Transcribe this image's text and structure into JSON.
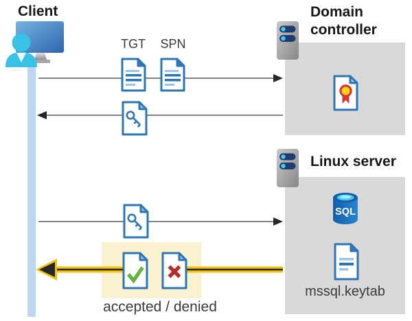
{
  "client": {
    "label": "Client"
  },
  "domain_controller": {
    "label": "Domain controller"
  },
  "linux_server": {
    "label": "Linux server",
    "sql_badge": "SQL",
    "keytab_label": "mssql.keytab"
  },
  "messages": {
    "tgt_label": "TGT",
    "spn_label": "SPN",
    "result_label": "accepted / denied"
  },
  "icons": [
    "monitor-icon",
    "person-icon",
    "server-icon",
    "document-icon",
    "key-document-icon",
    "certificate-document-icon",
    "sql-database-icon",
    "keytab-document-icon",
    "accepted-check-document-icon",
    "denied-cross-document-icon"
  ],
  "colors": {
    "doc_blue": "#2E75B6",
    "doc_blue_light": "#9DC3E6",
    "line_gray": "#595959",
    "arrowhead_dark": "#262626",
    "box_gray": "#D9D9D9",
    "timeline_blue": "#BDD7F2",
    "highlight_fill": "#FAF2CE",
    "highlight_arrow_yellow": "#F4C20D",
    "check_green": "#65B345",
    "cross_red": "#B52C2C",
    "cert_ring_red": "#D6382F",
    "cert_seal_yellow": "#FFD21C",
    "server_pill_navy": "#1E3A6E",
    "server_dot_cyan": "#45CBF2",
    "sql_body_blue": "#115FA9",
    "sql_top_cyan": "#49C7E9",
    "person_cyan": "#38C3E6"
  }
}
